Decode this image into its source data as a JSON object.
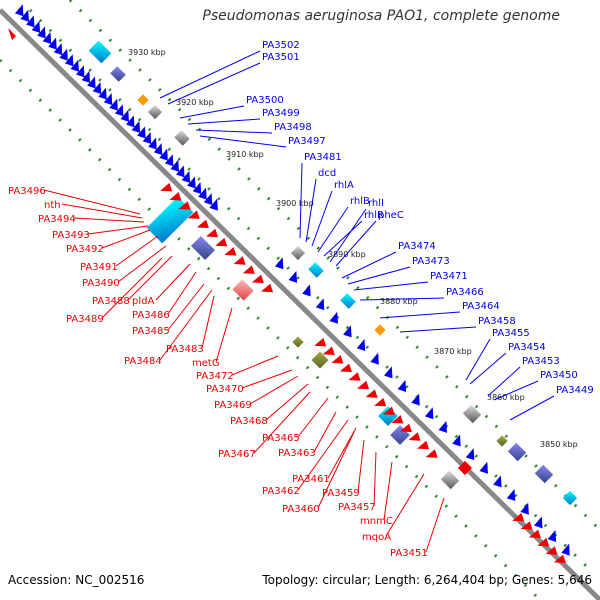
{
  "title": "Pseudomonas aeruginosa PAO1, complete genome",
  "footer": {
    "accession": "Accession: NC_002516",
    "summary": "Topology: circular; Length: 6,264,404 bp; Genes: 5,646"
  },
  "colors": {
    "forward": "#0000ee",
    "reverse": "#ee0000",
    "backbone": "#888888",
    "tick": "#2a8a2a"
  },
  "ruler": [
    "3930 kbp",
    "3920 kbp",
    "3910 kbp",
    "3900 kbp",
    "3890 kbp",
    "3880 kbp",
    "3870 kbp",
    "3860 kbp",
    "3850 kbp"
  ],
  "forward_labels": [
    "PA3502",
    "PA3501",
    "PA3500",
    "PA3499",
    "PA3498",
    "PA3497",
    "PA3481",
    "dcd",
    "rhlA",
    "rhlB",
    "rhlR",
    "rhlI",
    "pheC",
    "PA3474",
    "PA3473",
    "PA3471",
    "PA3466",
    "PA3464",
    "PA3458",
    "PA3455",
    "PA3454",
    "PA3453",
    "PA3450",
    "PA3449"
  ],
  "reverse_labels": [
    "PA3496",
    "nth",
    "PA3494",
    "PA3493",
    "PA3492",
    "PA3491",
    "PA3490",
    "PA3488",
    "pldA",
    "PA3489",
    "PA3486",
    "PA3485",
    "PA3483",
    "PA3484",
    "metG",
    "PA3472",
    "PA3470",
    "PA3469",
    "PA3468",
    "PA3465",
    "PA3467",
    "PA3463",
    "PA3461",
    "PA3462",
    "PA3459",
    "PA3460",
    "PA3457",
    "mnmC",
    "mqoA",
    "PA3451"
  ]
}
